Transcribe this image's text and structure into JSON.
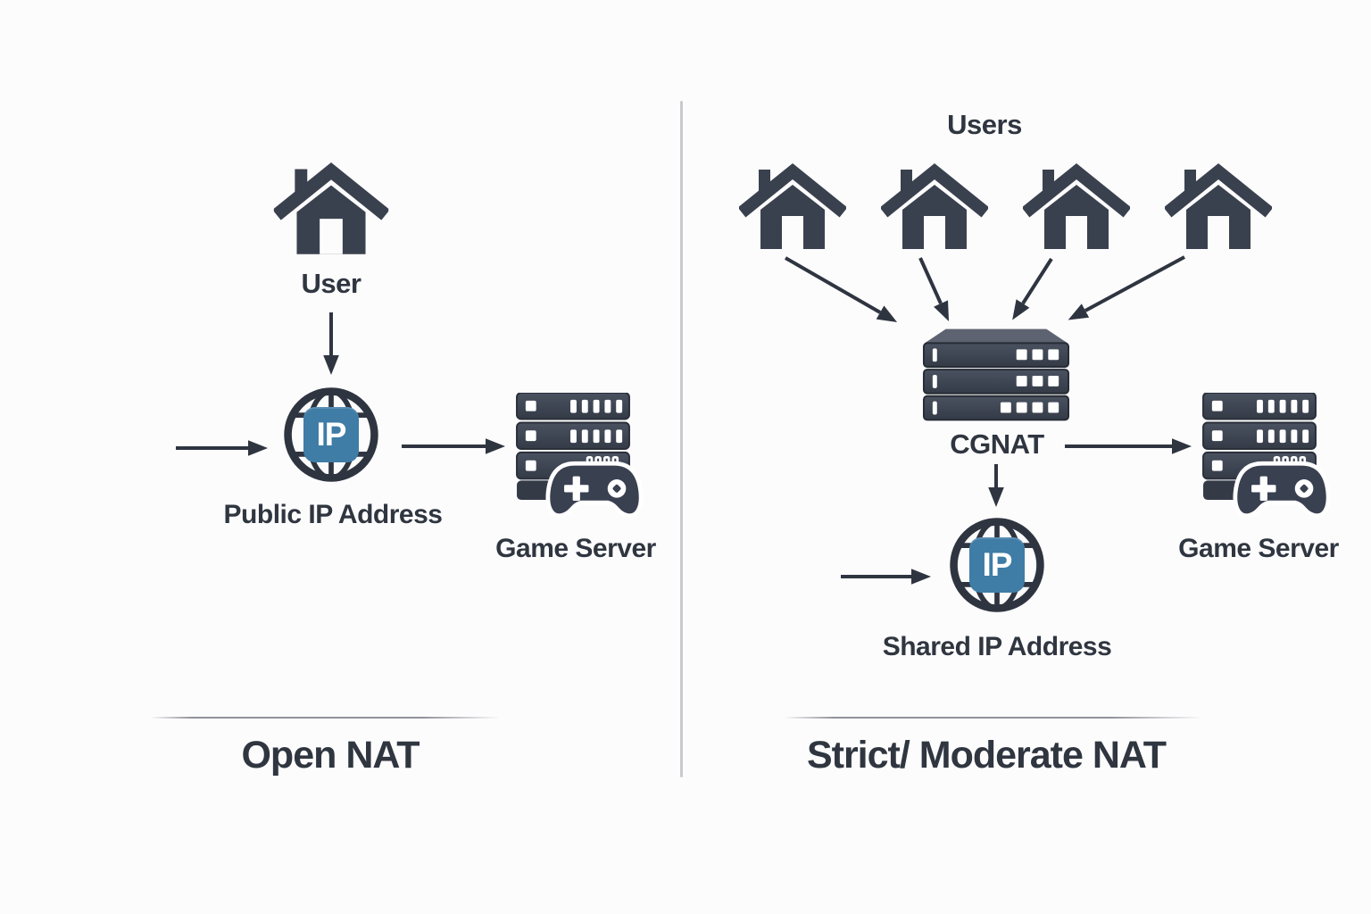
{
  "colors": {
    "background": "#fdfcfd",
    "icon_dark": "#3a414e",
    "line_dark": "#2f3540",
    "accent_blue": "#3f7ca6",
    "text": "#2f3640",
    "divider_gray": "#c9c9ce",
    "separator_gray": "#7d7f88",
    "cgnat_top_face": "#5d6370"
  },
  "icons": {
    "house": "house-icon",
    "globe_ip": "globe-ip-icon",
    "server_stack": "server-stack-icon",
    "game_controller": "game-controller-icon",
    "cgnat_stack": "cgnat-server-stack-icon",
    "arrow": "flow-arrow"
  },
  "left": {
    "house_label": "User",
    "ip_badge": "IP",
    "ip_label": "Public IP Address",
    "server_label": "Game Server",
    "title": "Open NAT"
  },
  "right": {
    "header": "Users",
    "house_count": 4,
    "cgnat_label": "CGNAT",
    "ip_badge": "IP",
    "ip_label": "Shared IP Address",
    "server_label": "Game Server",
    "title": "Strict/ Moderate NAT"
  }
}
